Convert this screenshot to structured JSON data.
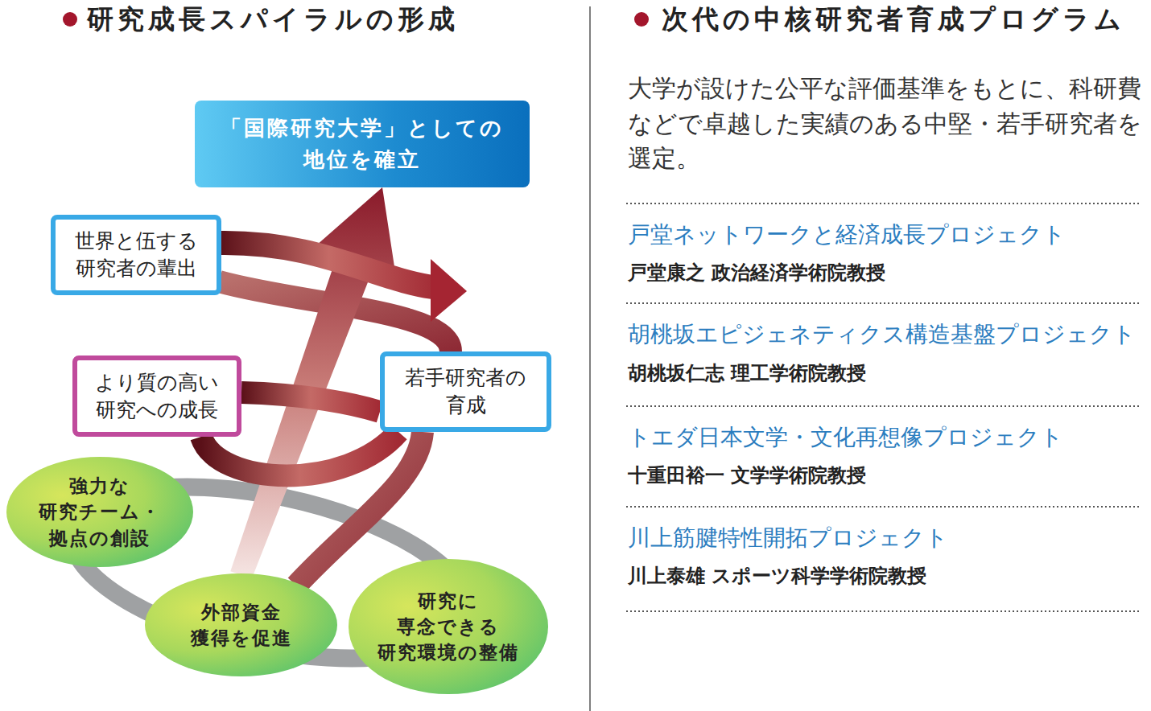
{
  "diagram": {
    "title": "研究成長スパイラルの形成",
    "nodes": [
      {
        "text": [
          "「国際研究大学」としての 地位を確立"
        ]
      },
      {
        "text": [
          "世界と伍する 研究者の輩出"
        ]
      },
      {
        "text": [
          "より質の高い 研究への成長"
        ]
      },
      {
        "text": [
          "若手研究者の 育成"
        ]
      },
      {
        "text": [
          "強力な 研究チーム・ 拠点の創設"
        ]
      },
      {
        "text": [
          "外部資金 獲得を促進"
        ]
      },
      {
        "text": [
          "研究に 専念できる 研究環境の整備"
        ]
      }
    ],
    "edges": [
      {
        "from": 5,
        "to": 0,
        "arrow": "to"
      }
    ],
    "labels": [
      "次代の中核研究者育成プログラム",
      "大学が設けた公平な評価基準をもとに、科研費などで卓越した実績のある中堅・若手研究者を選定。",
      "戸堂ネットワークと経済成長プロジェクト",
      "戸堂康之 政治経済学術院教授",
      "胡桃坂エピジェネティクス構造基盤プロジェクト",
      "胡桃坂仁志 理工学術院教授",
      "トエダ日本文学・文化再想像プロジェクト",
      "十重田裕一 文学学術院教授",
      "川上筋腱特性開拓プロジェクト",
      "川上泰雄 スポーツ科学学術院教授"
    ]
  }
}
